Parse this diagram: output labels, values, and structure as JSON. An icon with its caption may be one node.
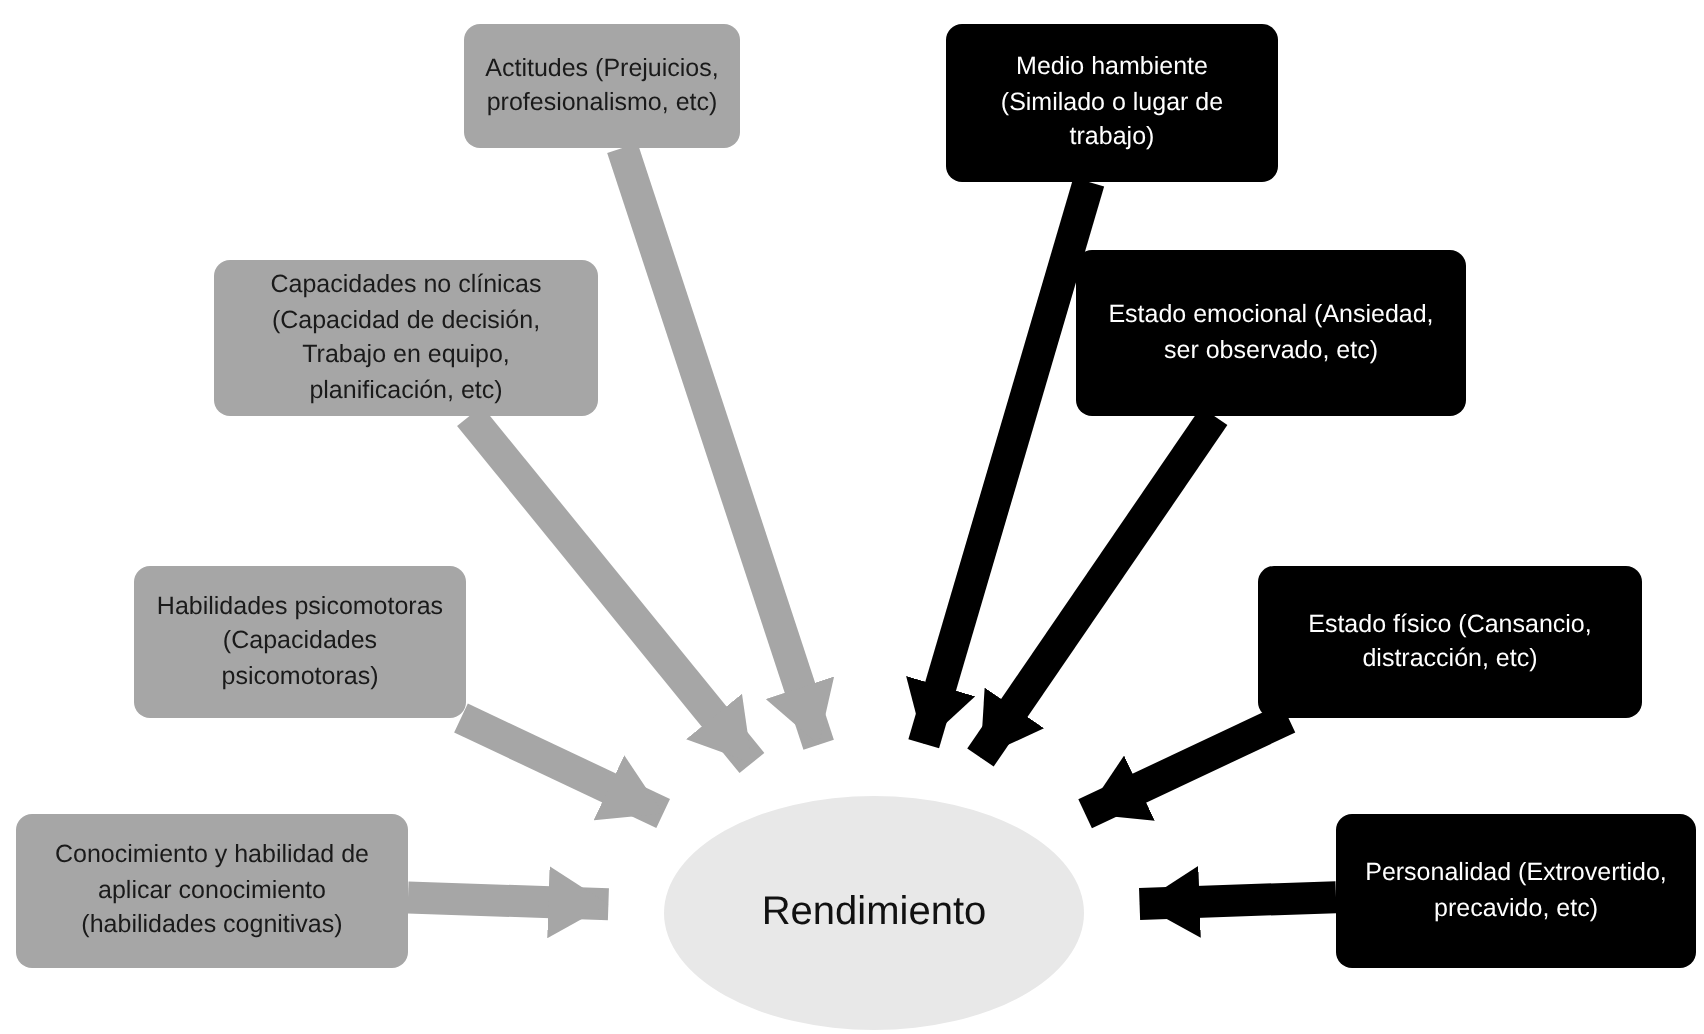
{
  "diagram": {
    "nodes": [
      {
        "text": [
          "Actitudes (Prejuicios, profesionalismo, etc)"
        ]
      },
      {
        "text": [
          "Capacidades no clínicas (Capacidad de decisión, Trabajo en equipo, planificación, etc)"
        ]
      },
      {
        "text": [
          "Habilidades psicomotoras (Capacidades psicomotoras)"
        ]
      },
      {
        "text": [
          "Conocimiento y habilidad de aplicar conocimiento (habilidades cognitivas)"
        ]
      },
      {
        "text": [
          "Medio hambiente (Similado o lugar de trabajo)"
        ]
      },
      {
        "text": [
          "Estado emocional (Ansiedad, ser observado, etc)"
        ]
      },
      {
        "text": [
          "Estado físico (Cansancio, distracción, etc)"
        ]
      },
      {
        "text": [
          "Personalidad (Extrovertido, precavido, etc)"
        ]
      },
      {
        "text": [
          "Rendimiento"
        ]
      }
    ],
    "edges": [
      {
        "from": 0,
        "to": 8,
        "arrow": "to",
        "color": "#a6a6a6"
      },
      {
        "from": 1,
        "to": 8,
        "arrow": "to",
        "color": "#a6a6a6"
      },
      {
        "from": 2,
        "to": 8,
        "arrow": "to",
        "color": "#a6a6a6"
      },
      {
        "from": 3,
        "to": 8,
        "arrow": "to",
        "color": "#a6a6a6"
      },
      {
        "from": 4,
        "to": 8,
        "arrow": "to",
        "color": "#000000"
      },
      {
        "from": 5,
        "to": 8,
        "arrow": "to",
        "color": "#000000"
      },
      {
        "from": 6,
        "to": 8,
        "arrow": "to",
        "color": "#000000"
      },
      {
        "from": 7,
        "to": 8,
        "arrow": "to",
        "color": "#000000"
      }
    ]
  }
}
